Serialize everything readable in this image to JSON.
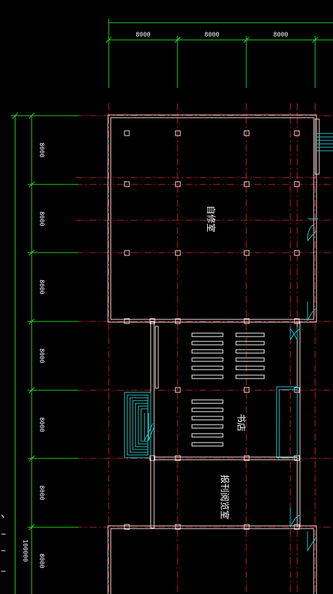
{
  "colors": {
    "background": "#000000",
    "axis": "#ff2a2a",
    "dimension": "#22dd22",
    "wall": "#ffdede",
    "stair": "#22cccc",
    "text": "#ffffff"
  },
  "top_dimensions": [
    "8000",
    "8000",
    "8000"
  ],
  "left_dimensions": [
    "8000",
    "8000",
    "8000",
    "8000",
    "8000",
    "8000",
    "8000"
  ],
  "total_dimension": "100000",
  "rooms": {
    "study_room": "自修室",
    "bookstore": "书店",
    "reading_room": "报刊阅览室"
  }
}
